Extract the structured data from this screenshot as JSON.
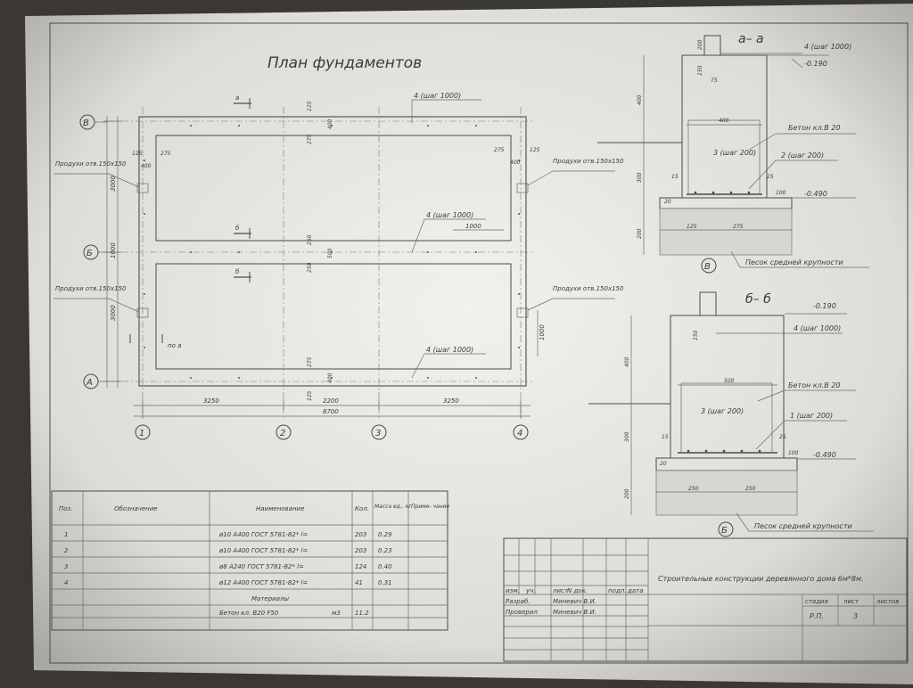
{
  "title": "План фундаментов",
  "plan": {
    "axes_letters": [
      "В",
      "Б",
      "А"
    ],
    "axes_numbers": [
      "1",
      "2",
      "3",
      "4"
    ],
    "dims_bottom": [
      "3250",
      "2200",
      "3250"
    ],
    "dim_total": "8700",
    "dims_left": [
      "3000",
      "1000",
      "3000"
    ],
    "rebar_top": "4 (шаг 1000)",
    "rebar_mid": "4 (шаг 1000)",
    "rebar_bot": "4 (шаг 1000)",
    "vents": "Продухи отв.150x150",
    "dim_1000": "1000",
    "section_a": "а",
    "section_b": "б",
    "po_a": "по а",
    "small_dims": [
      "275",
      "125",
      "400",
      "250",
      "500"
    ]
  },
  "section_aa": {
    "title": "а– а",
    "level_top": "-0.190",
    "level_bot": "-0.490",
    "rebar4": "4 (шаг 1000)",
    "rebar3": "3 (шаг 200)",
    "rebar2": "2 (шаг 200)",
    "concrete": "Бетон кл.В 20",
    "sand": "Песок средней крупности",
    "axis": "В",
    "dims": [
      "200",
      "150",
      "75",
      "400",
      "400",
      "300",
      "200",
      "125",
      "275",
      "15",
      "25",
      "100",
      "20"
    ]
  },
  "section_bb": {
    "title": "б– б",
    "level_top": "-0.190",
    "level_bot": "-0.490",
    "rebar4": "4 (шаг 1000)",
    "rebar3": "3 (шаг 200)",
    "rebar1": "1 (шаг 200)",
    "concrete": "Бетон кл.В 20",
    "sand": "Песок средней крупности",
    "axis": "Б",
    "dims": [
      "150",
      "500",
      "400",
      "300",
      "200",
      "250",
      "250",
      "15",
      "25",
      "100",
      "20"
    ]
  },
  "spec": {
    "headers": [
      "Поз.",
      "Обозначение",
      "Наименование",
      "Кол.",
      "Масса ед., кг",
      "Приме- чание"
    ],
    "rows": [
      {
        "pos": "1",
        "name": "ø10  А400  ГОСТ 5781-82* l=",
        "qty": "203",
        "mass": "0.29"
      },
      {
        "pos": "2",
        "name": "ø10  А400  ГОСТ 5781-82* l=",
        "qty": "203",
        "mass": "0.23"
      },
      {
        "pos": "3",
        "name": "ø8  А240  ГОСТ 5781-82* l=",
        "qty": "124",
        "mass": "0.40"
      },
      {
        "pos": "4",
        "name": "ø12  А400  ГОСТ 5781-82* l=",
        "qty": "41",
        "mass": "0.31"
      }
    ],
    "materials_label": "Материалы",
    "concrete_name": "Бетон  кл.  В20  F50",
    "concrete_unit": "м3",
    "concrete_qty": "11.2"
  },
  "stamp": {
    "header_cells": [
      "изм.",
      "уч.",
      "лист",
      "N  док.",
      "подп.",
      "дата"
    ],
    "developer_role": "Разраб.",
    "developer_name": "Миневич  В.И.",
    "checker_role": "Проверил",
    "checker_name": "Миневич  В.И.",
    "project_title": "Строительные конструкции деревянного дома 6м*8м.",
    "stage_label": "стадия",
    "sheet_label": "лист",
    "sheets_label": "листов",
    "stage_value": "Р.П.",
    "sheet_value": "3"
  }
}
